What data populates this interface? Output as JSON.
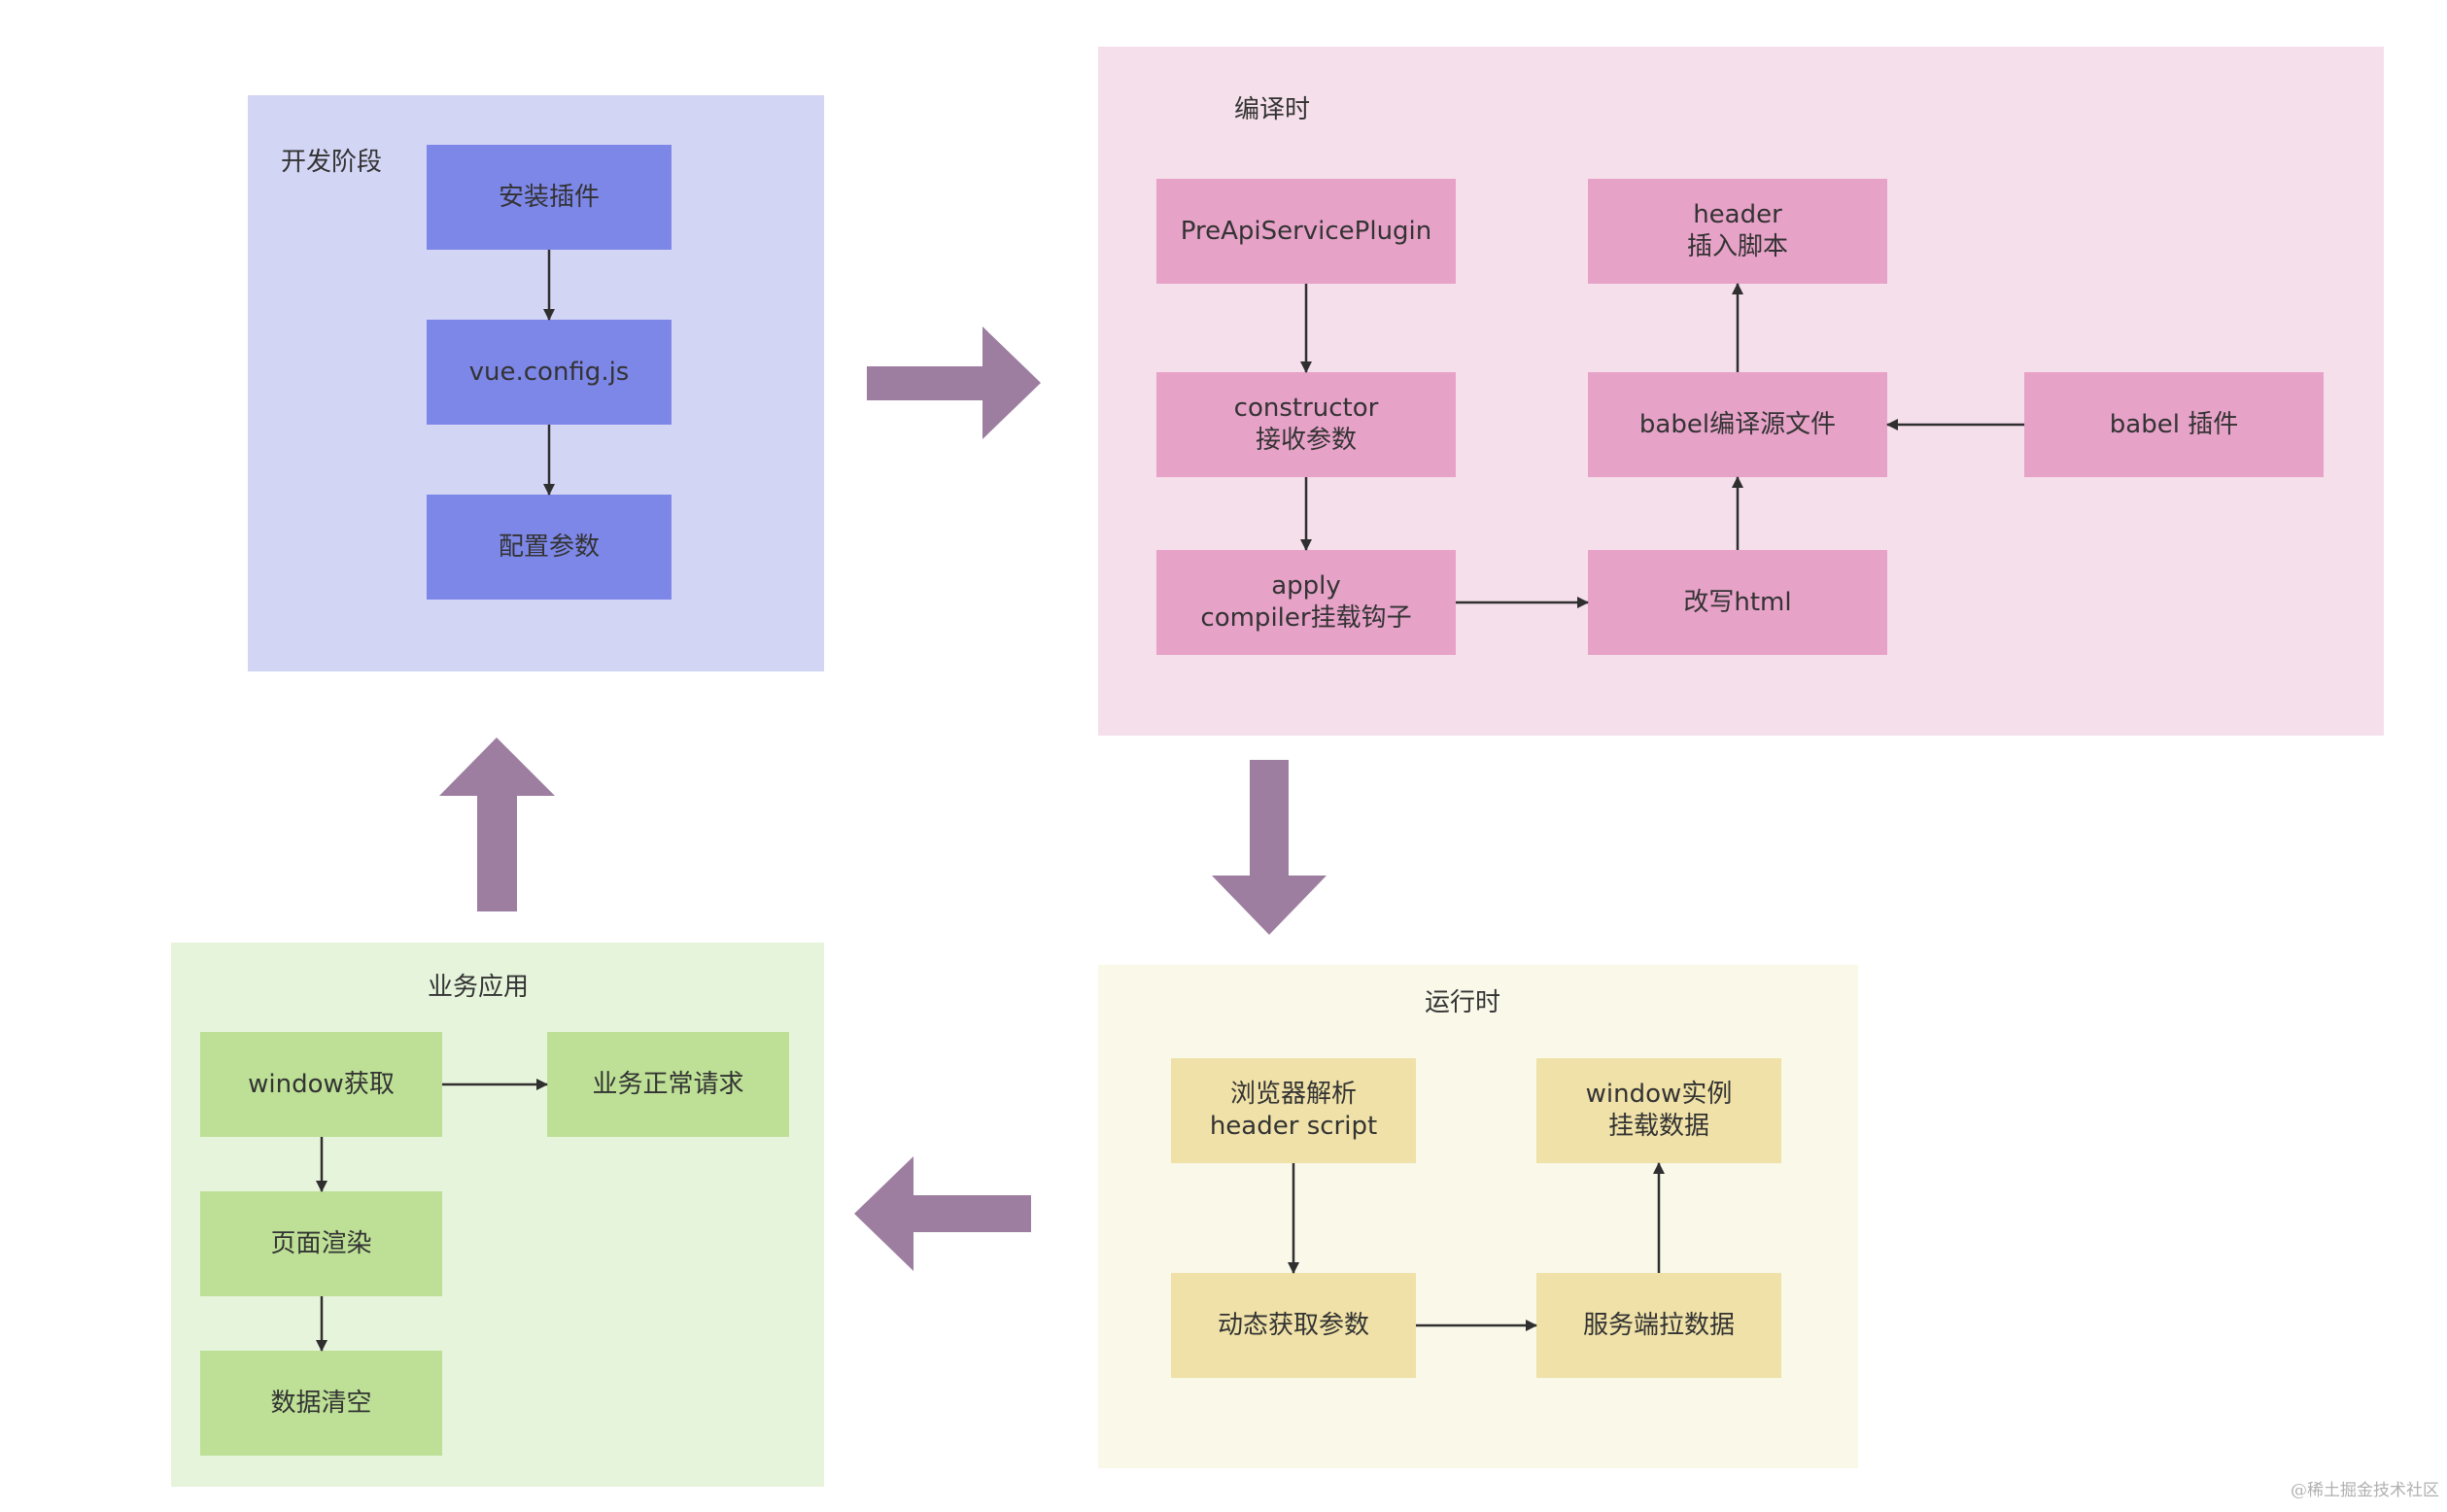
{
  "colors": {
    "dev_bg": "#d3d5f5",
    "dev_node": "#7d87e8",
    "compile_bg": "#f5dfea",
    "compile_node": "#e7a2c8",
    "runtime_bg": "#f9f8e9",
    "runtime_node": "#efe1a7",
    "business_bg": "#e7f4dc",
    "business_node": "#bde096",
    "big_arrow": "#9d7ea0",
    "edge": "#2f2f2f"
  },
  "groups": {
    "dev": {
      "title": "开发阶段",
      "nodes": {
        "install_plugin": [
          "安装插件"
        ],
        "vue_config": [
          "vue.config.js"
        ],
        "config_params": [
          "配置参数"
        ]
      }
    },
    "compile": {
      "title": "编译时",
      "nodes": {
        "pre_api_plugin": [
          "PreApiServicePlugin"
        ],
        "constructor": [
          "constructor",
          "接收参数"
        ],
        "apply": [
          "apply",
          "compiler挂载钩子"
        ],
        "header_script": [
          "header",
          "插入脚本"
        ],
        "babel_compile": [
          "babel编译源文件"
        ],
        "babel_plugin": [
          "babel 插件"
        ],
        "rewrite_html": [
          "改写html"
        ]
      }
    },
    "runtime": {
      "title": "运行时",
      "nodes": {
        "browser_parse": [
          "浏览器解析",
          "header script"
        ],
        "window_instance": [
          "window实例",
          "挂载数据"
        ],
        "dynamic_params": [
          "动态获取参数"
        ],
        "server_pull": [
          "服务端拉数据"
        ]
      }
    },
    "business": {
      "title": "业务应用",
      "nodes": {
        "window_get": [
          "window获取"
        ],
        "normal_request": [
          "业务正常请求"
        ],
        "page_render": [
          "页面渲染"
        ],
        "data_clear": [
          "数据清空"
        ]
      }
    }
  },
  "edges": [
    [
      "install_plugin",
      "vue_config"
    ],
    [
      "vue_config",
      "config_params"
    ],
    [
      "pre_api_plugin",
      "constructor"
    ],
    [
      "constructor",
      "apply"
    ],
    [
      "apply",
      "rewrite_html"
    ],
    [
      "rewrite_html",
      "babel_compile"
    ],
    [
      "babel_compile",
      "header_script"
    ],
    [
      "babel_plugin",
      "babel_compile"
    ],
    [
      "browser_parse",
      "dynamic_params"
    ],
    [
      "dynamic_params",
      "server_pull"
    ],
    [
      "server_pull",
      "window_instance"
    ],
    [
      "window_get",
      "normal_request"
    ],
    [
      "window_get",
      "page_render"
    ],
    [
      "page_render",
      "data_clear"
    ]
  ],
  "big_arrows": [
    {
      "id": "dev-to-compile",
      "direction": "right"
    },
    {
      "id": "compile-to-runtime",
      "direction": "down"
    },
    {
      "id": "runtime-to-business",
      "direction": "left"
    },
    {
      "id": "business-to-dev",
      "direction": "up"
    }
  ],
  "watermark": "@稀土掘金技术社区"
}
